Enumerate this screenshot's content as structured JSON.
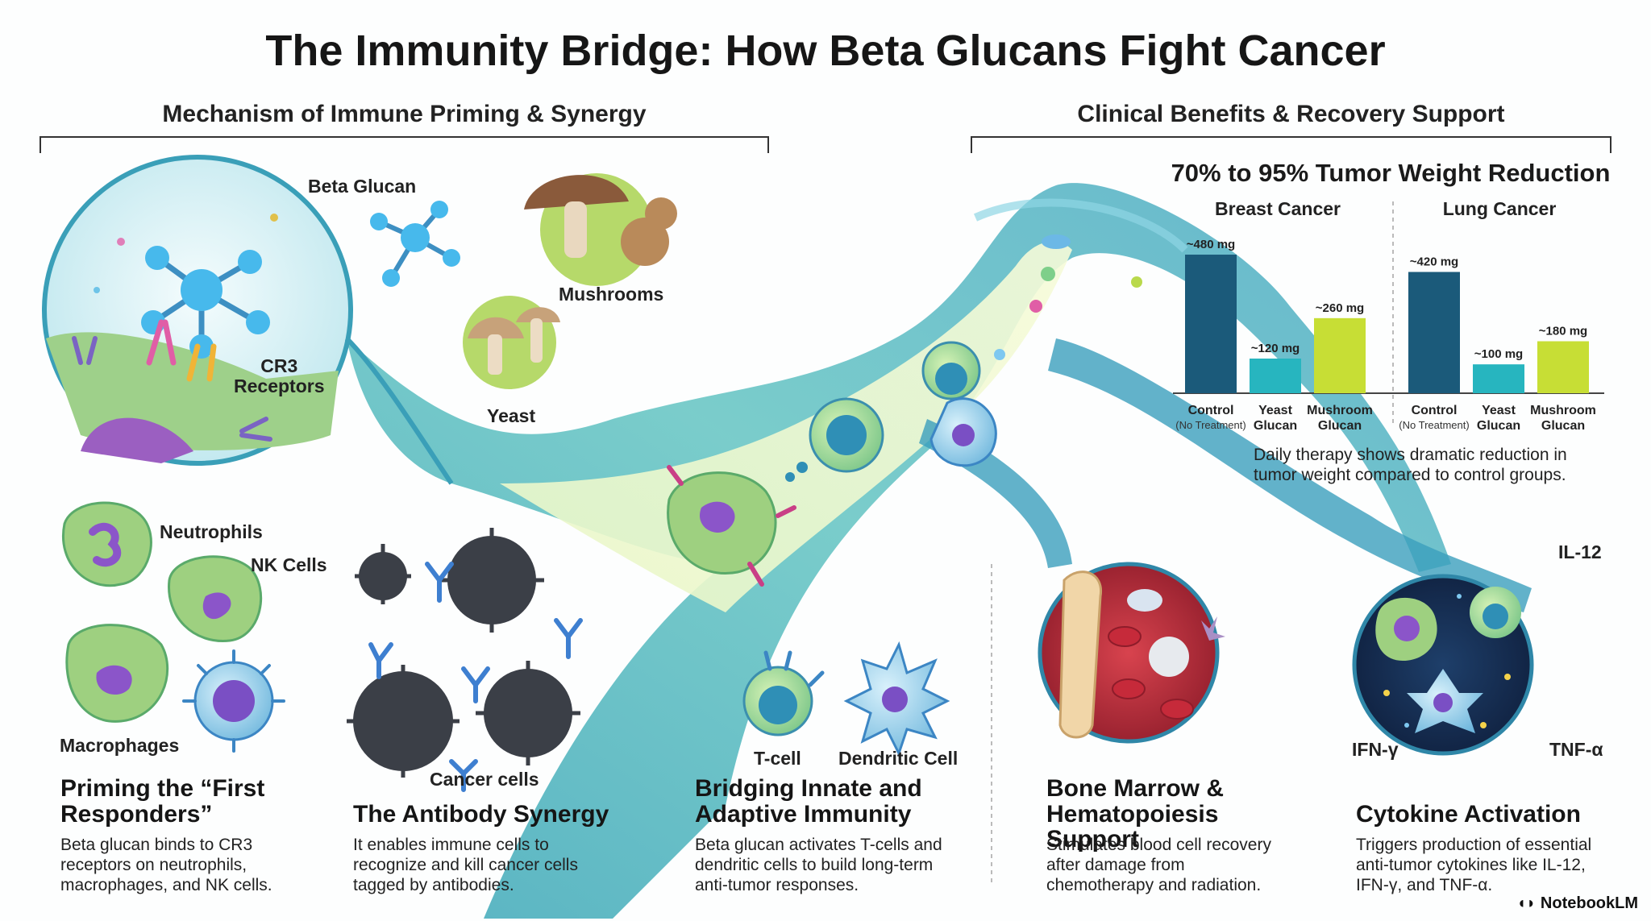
{
  "title": "The Immunity Bridge: How Beta Glucans Fight Cancer",
  "sections": {
    "left": "Mechanism of Immune Priming & Synergy",
    "right": "Clinical Benefits & Recovery Support"
  },
  "labels": {
    "beta_glucan": "Beta Glucan",
    "mushrooms": "Mushrooms",
    "yeast": "Yeast",
    "cr3_receptors": "CR3\nReceptors",
    "neutrophils": "Neutrophils",
    "nk_cells": "NK Cells",
    "macrophages": "Macrophages",
    "cancer_cells": "Cancer cells",
    "t_cell": "T-cell",
    "dendritic_cell": "Dendritic Cell",
    "il12": "IL-12",
    "ifn": "IFN-γ",
    "tnf": "TNF-α"
  },
  "panels": [
    {
      "heading": "Priming the “First Responders”",
      "text": "Beta glucan binds to CR3 receptors on neutrophils, macrophages, and NK cells."
    },
    {
      "heading": "The Antibody Synergy",
      "text": "It enables immune cells to recognize and kill cancer cells tagged by antibodies."
    },
    {
      "heading": "Bridging Innate and Adaptive Immunity",
      "text": "Beta glucan activates T-cells and dendritic cells to build long-term anti-tumor responses."
    },
    {
      "heading": "Bone Marrow & Hematopoiesis Support",
      "text": "Stimulates blood cell recovery after damage from chemotherapy and radiation."
    },
    {
      "heading": "Cytokine Activation",
      "text": "Triggers production of essential anti-tumor cytokines like IL-12, IFN-γ, and TNF-α."
    }
  ],
  "chart_data": {
    "type": "bar",
    "title": "70% to 95% Tumor Weight Reduction",
    "caption": "Daily therapy shows dramatic reduction in tumor weight compared to control groups.",
    "unit": "mg",
    "groups": [
      {
        "name": "Breast Cancer",
        "bars": [
          {
            "category": "Control",
            "sub": "(No Treatment)",
            "value": 480,
            "label": "~480 mg"
          },
          {
            "category": "Yeast Glucan",
            "value": 120,
            "label": "~120 mg"
          },
          {
            "category": "Mushroom Glucan",
            "value": 260,
            "label": "~260 mg"
          }
        ]
      },
      {
        "name": "Lung Cancer",
        "bars": [
          {
            "category": "Control",
            "sub": "(No Treatment)",
            "value": 420,
            "label": "~420 mg"
          },
          {
            "category": "Yeast Glucan",
            "value": 100,
            "label": "~100 mg"
          },
          {
            "category": "Mushroom Glucan",
            "value": 180,
            "label": "~180 mg"
          }
        ]
      }
    ],
    "colors": {
      "control": "#1b5a7a",
      "yeast": "#27b5bf",
      "mushroom": "#c7de35"
    }
  },
  "logo": "NotebookLM"
}
